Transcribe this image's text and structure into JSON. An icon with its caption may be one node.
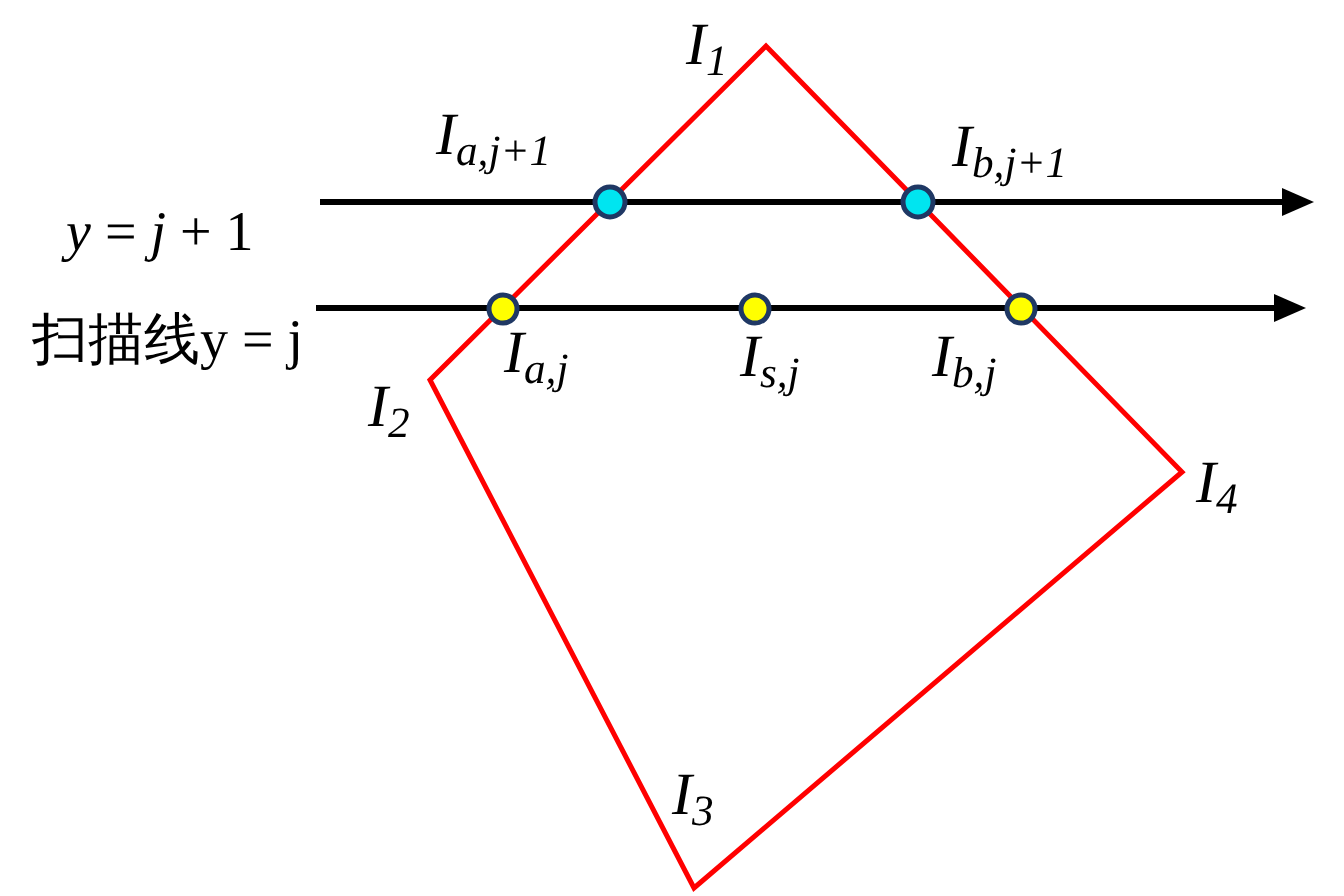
{
  "diagram": {
    "labels": [
      "I$_{1}$",
      "I$_{a,j+1}$",
      "I$_{b,j+1}$",
      "*y* = *j* + 1",
      "扫描线y = j",
      "I$_{a,j}$",
      "I$_{s,j}$",
      "I$_{b,j}$",
      "I$_{2}$",
      "I$_{4}$",
      "I$_{3}$"
    ]
  }
}
